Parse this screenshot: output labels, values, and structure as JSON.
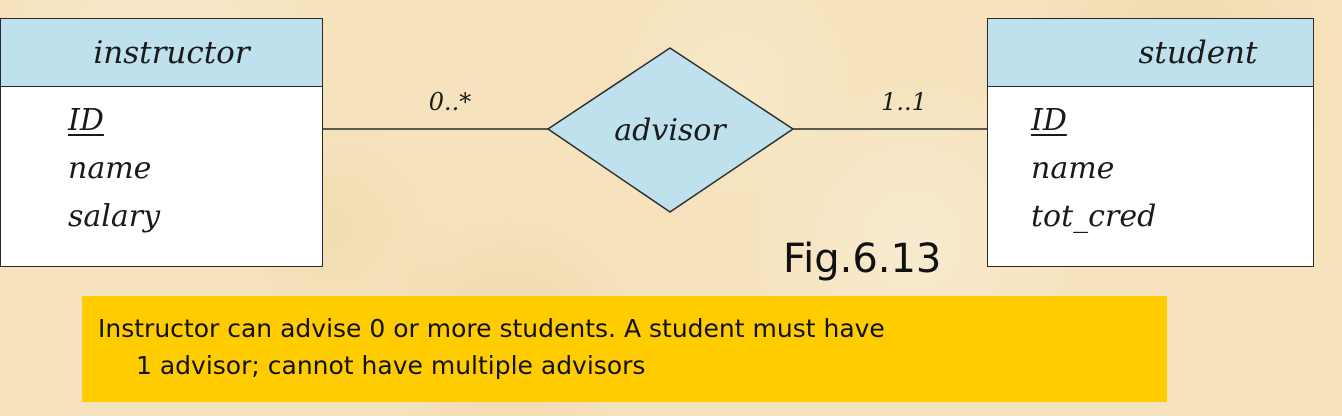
{
  "entities": {
    "instructor": {
      "name": "instructor",
      "attributes": [
        "ID",
        "name",
        "salary"
      ]
    },
    "student": {
      "name": "student",
      "attributes": [
        "ID",
        "name",
        "tot_cred"
      ]
    }
  },
  "relationship": {
    "name": "advisor",
    "instructor_cardinality": "0..*",
    "student_cardinality": "1..1"
  },
  "figure_label": "Fig.6.13",
  "caption": {
    "line1": "Instructor can advise 0 or more students.  A student must have",
    "line2": "1 advisor; cannot have multiple advisors"
  },
  "colors": {
    "background": "#f6e3bd",
    "entity_header": "#bfe0ed",
    "diamond_fill": "#bfe0ed",
    "caption_bg": "#ffcc00"
  }
}
